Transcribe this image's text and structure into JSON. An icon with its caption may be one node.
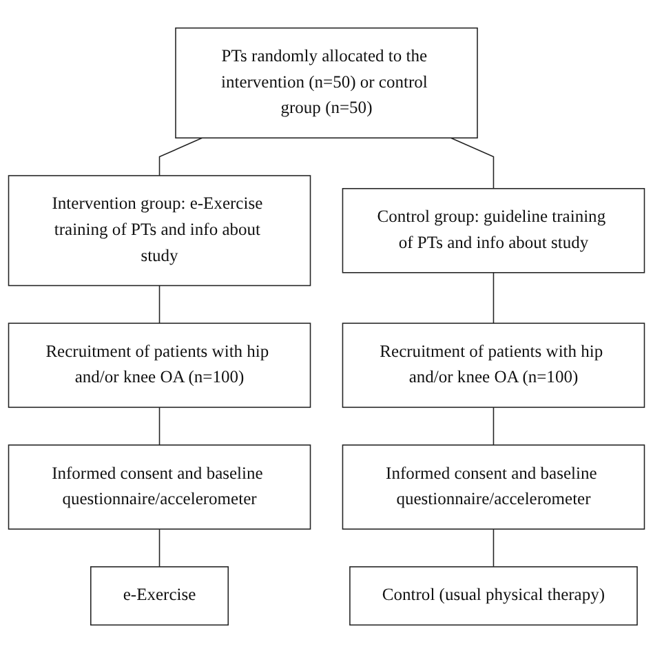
{
  "diagram": {
    "nodes": [
      {
        "text": [
          "PTs randomly allocated to the intervention (n=50) or control group (n=50)"
        ]
      },
      {
        "text": [
          "Intervention group: e-Exercise training of PTs and info about study"
        ]
      },
      {
        "text": [
          "Control group: guideline training of PTs and info about study"
        ]
      },
      {
        "text": [
          "Recruitment of patients with hip and/or knee OA (n=100)"
        ]
      },
      {
        "text": [
          "Recruitment of patients with hip and/or knee OA (n=100)"
        ]
      },
      {
        "text": [
          "Informed consent and baseline questionnaire/accelerometer"
        ]
      },
      {
        "text": [
          "Informed consent and baseline questionnaire/accelerometer"
        ]
      },
      {
        "text": [
          "e-Exercise"
        ]
      },
      {
        "text": [
          "Control (usual physical therapy)"
        ]
      }
    ],
    "edges": [
      {
        "from": 0,
        "to": 1,
        "arrow": "none"
      },
      {
        "from": 0,
        "to": 2,
        "arrow": "none"
      },
      {
        "from": 1,
        "to": 3,
        "arrow": "none"
      },
      {
        "from": 2,
        "to": 4,
        "arrow": "none"
      },
      {
        "from": 3,
        "to": 5,
        "arrow": "none"
      },
      {
        "from": 4,
        "to": 6,
        "arrow": "none"
      },
      {
        "from": 5,
        "to": 7,
        "arrow": "none"
      },
      {
        "from": 6,
        "to": 8,
        "arrow": "none"
      }
    ]
  }
}
